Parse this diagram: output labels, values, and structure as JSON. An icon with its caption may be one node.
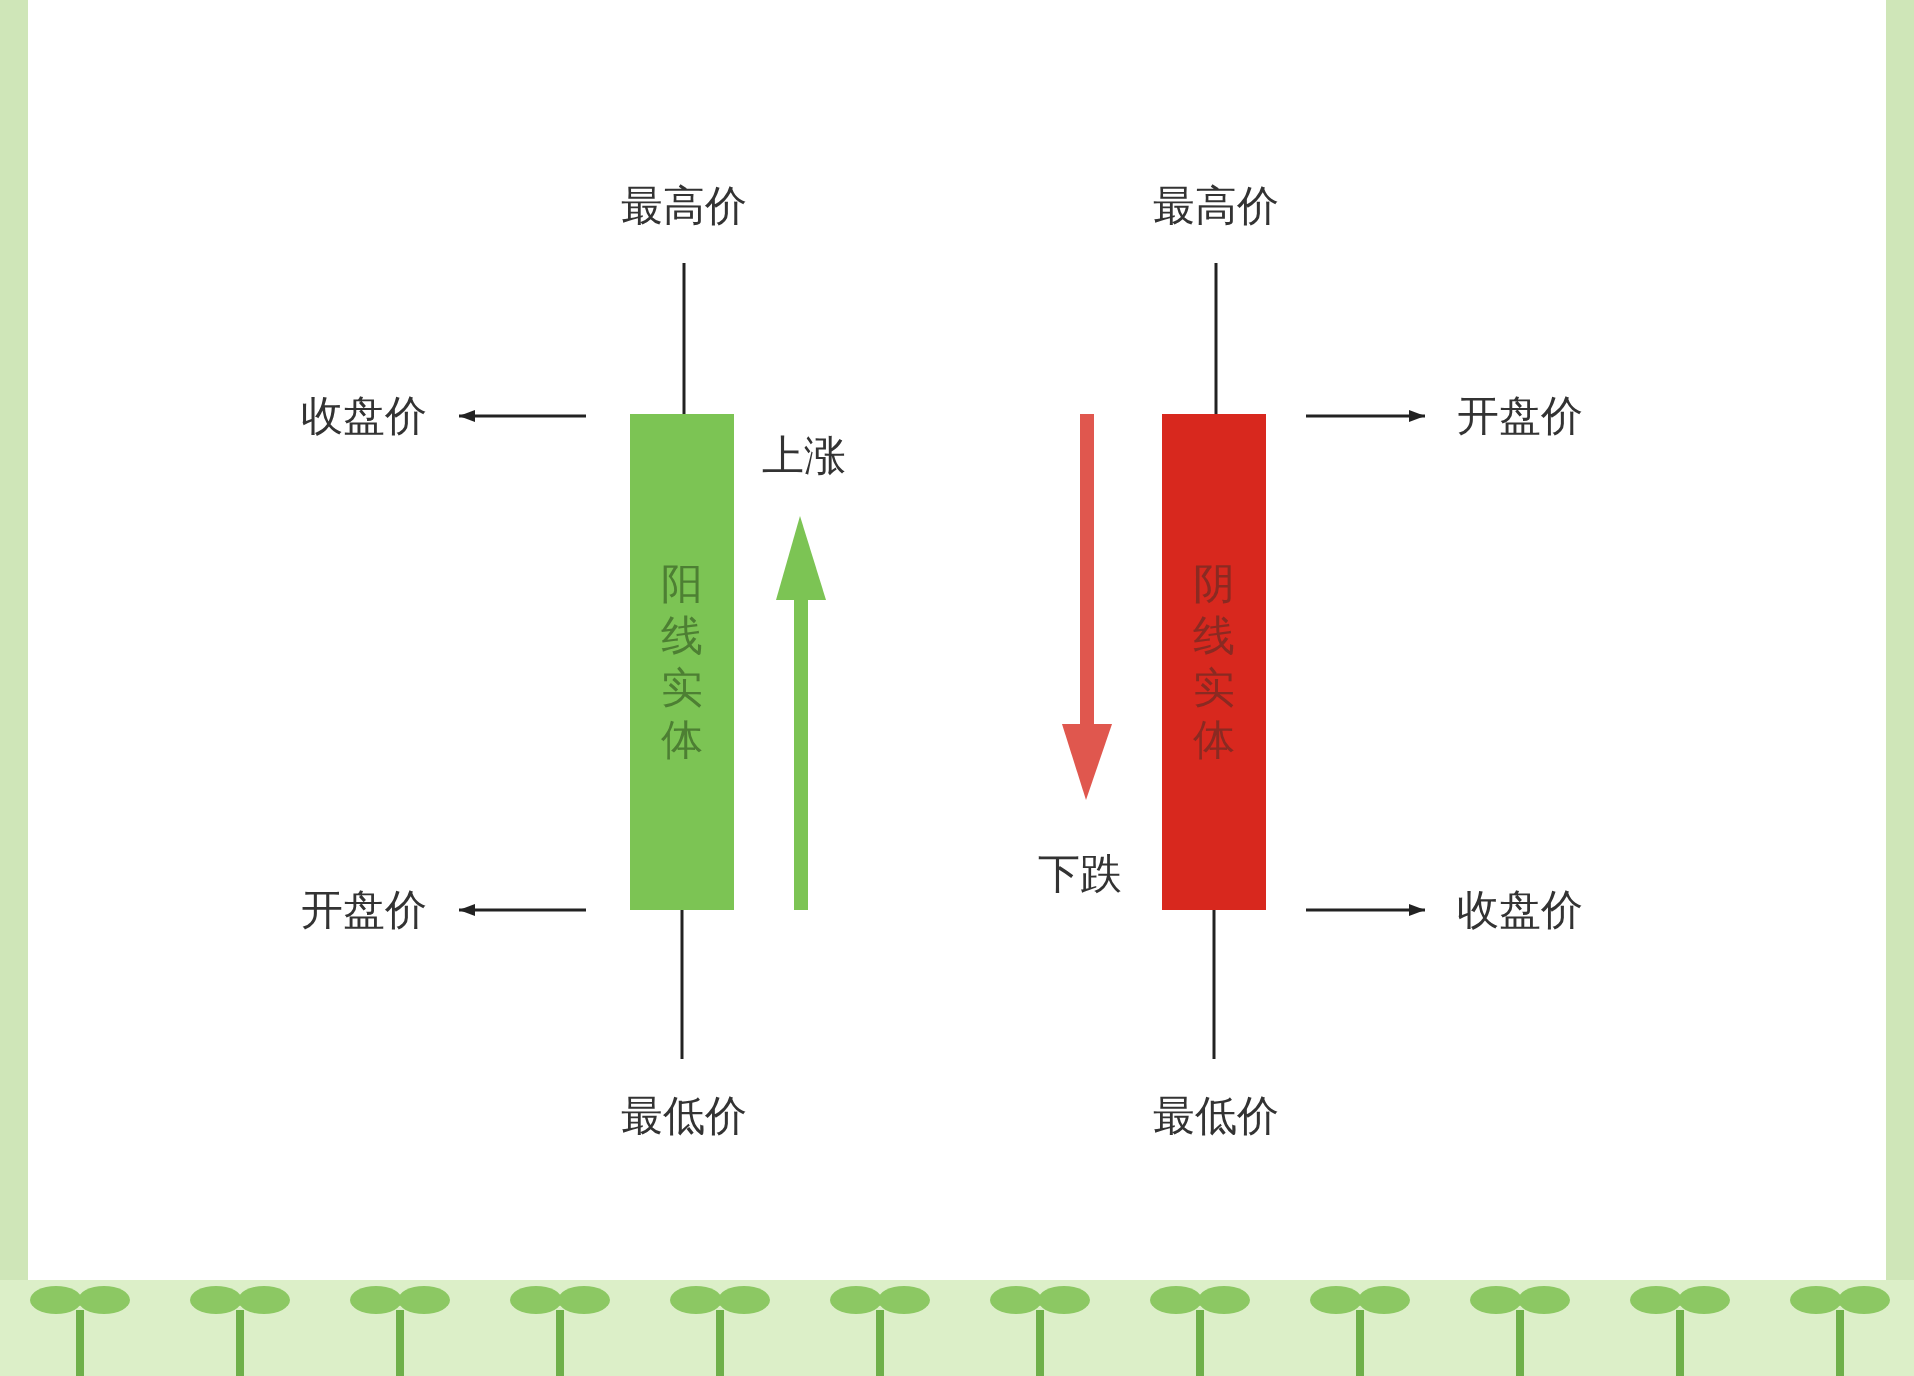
{
  "diagram": {
    "nodes": [
      {
        "text": [
          "最高价"
        ]
      },
      {
        "text": [
          "收盘价"
        ]
      },
      {
        "text": [
          "阳线实体"
        ]
      },
      {
        "text": [
          "开盘价"
        ]
      },
      {
        "text": [
          "最低价"
        ]
      },
      {
        "text": [
          "最高价"
        ]
      },
      {
        "text": [
          "阴线实体"
        ]
      },
      {
        "text": [
          "开盘价"
        ]
      },
      {
        "text": [
          "收盘价"
        ]
      },
      {
        "text": [
          "最低价"
        ]
      }
    ],
    "edges": [
      {
        "from": 0,
        "to": 2,
        "arrow": "none"
      },
      {
        "from": 2,
        "to": 4,
        "arrow": "none"
      },
      {
        "from": 2,
        "to": 1,
        "arrow": "to"
      },
      {
        "from": 2,
        "to": 3,
        "arrow": "to"
      },
      {
        "from": 5,
        "to": 6,
        "arrow": "none"
      },
      {
        "from": 6,
        "to": 9,
        "arrow": "none"
      },
      {
        "from": 6,
        "to": 7,
        "arrow": "to"
      },
      {
        "from": 6,
        "to": 8,
        "arrow": "to"
      }
    ],
    "labels": [
      "上涨",
      "下跌"
    ]
  }
}
